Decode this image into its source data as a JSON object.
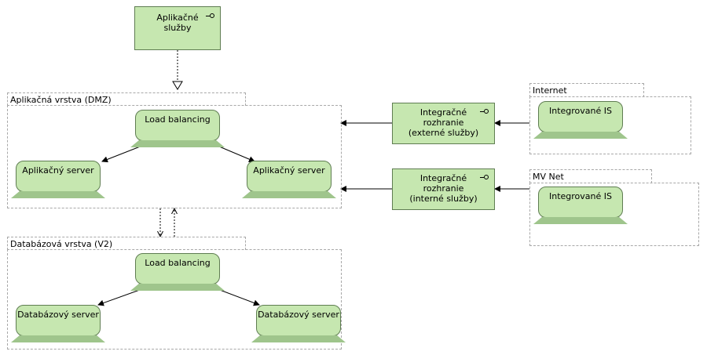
{
  "top_service": {
    "label_line1": "Aplikačné",
    "label_line2": "služby"
  },
  "app_layer": {
    "title": "Aplikačná vrstva (DMZ)",
    "load_balancer": "Load balancing",
    "server_left": "Aplikačný server",
    "server_right": "Aplikačný server"
  },
  "db_layer": {
    "title": "Databázová vrstva (V2)",
    "load_balancer": "Load balancing",
    "server_left": "Databázový server",
    "server_right": "Databázový server"
  },
  "ext_interface": {
    "line1": "Integračné",
    "line2": "rozhranie",
    "line3": "(externé služby)"
  },
  "int_interface": {
    "line1": "Integračné",
    "line2": "rozhranie",
    "line3": "(interné služby)"
  },
  "internet_group": {
    "title": "Internet",
    "node": "Integrované IS"
  },
  "mvnet_group": {
    "title": "MV Net",
    "node": "Integrované IS"
  }
}
